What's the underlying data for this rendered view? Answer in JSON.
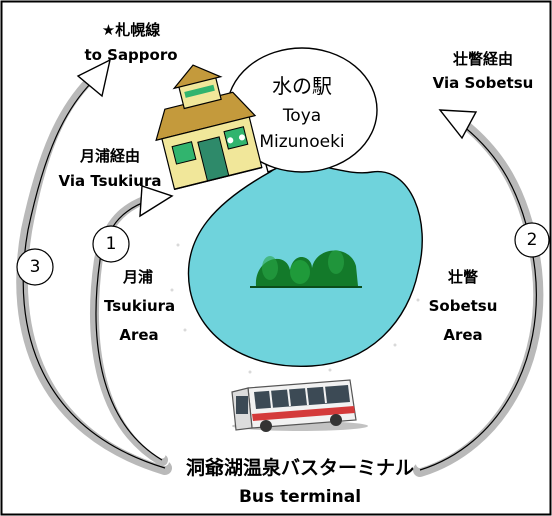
{
  "labels": {
    "sapporo_jp": "★札幌線",
    "sapporo_en": "to Sapporo",
    "sobetsu_via_jp": "壮瞥経由",
    "sobetsu_via_en": "Via  Sobetsu",
    "tsukiura_via_jp": "月浦経由",
    "tsukiura_via_en": "Via  Tsukiura",
    "tsukiura_area_jp": "月浦",
    "tsukiura_area_en1": "Tsukiura",
    "tsukiura_area_en2": "Area",
    "sobetsu_area_jp": "壮瞥",
    "sobetsu_area_en1": "Sobetsu",
    "sobetsu_area_en2": "Area",
    "terminal_jp": "洞爺湖温泉バスターミナル",
    "terminal_en": "Bus terminal"
  },
  "bubble": {
    "title": "水の駅",
    "line1": "Toya",
    "line2": "Mizunoeki"
  },
  "routes": [
    "1",
    "2",
    "3"
  ],
  "colors": {
    "lake": "#6fd3dc",
    "island": "#137a2a",
    "arrow_shadow": "#b9b9b9",
    "station_wall": "#f1e79a",
    "station_roof": "#c49a3c",
    "station_window": "#31b46e",
    "bus_body": "#f2f2f2",
    "bus_stripe": "#d43a3a",
    "bus_window": "#3c4a55"
  },
  "icons": [
    "station-building-icon",
    "bus-icon",
    "island-icon"
  ]
}
